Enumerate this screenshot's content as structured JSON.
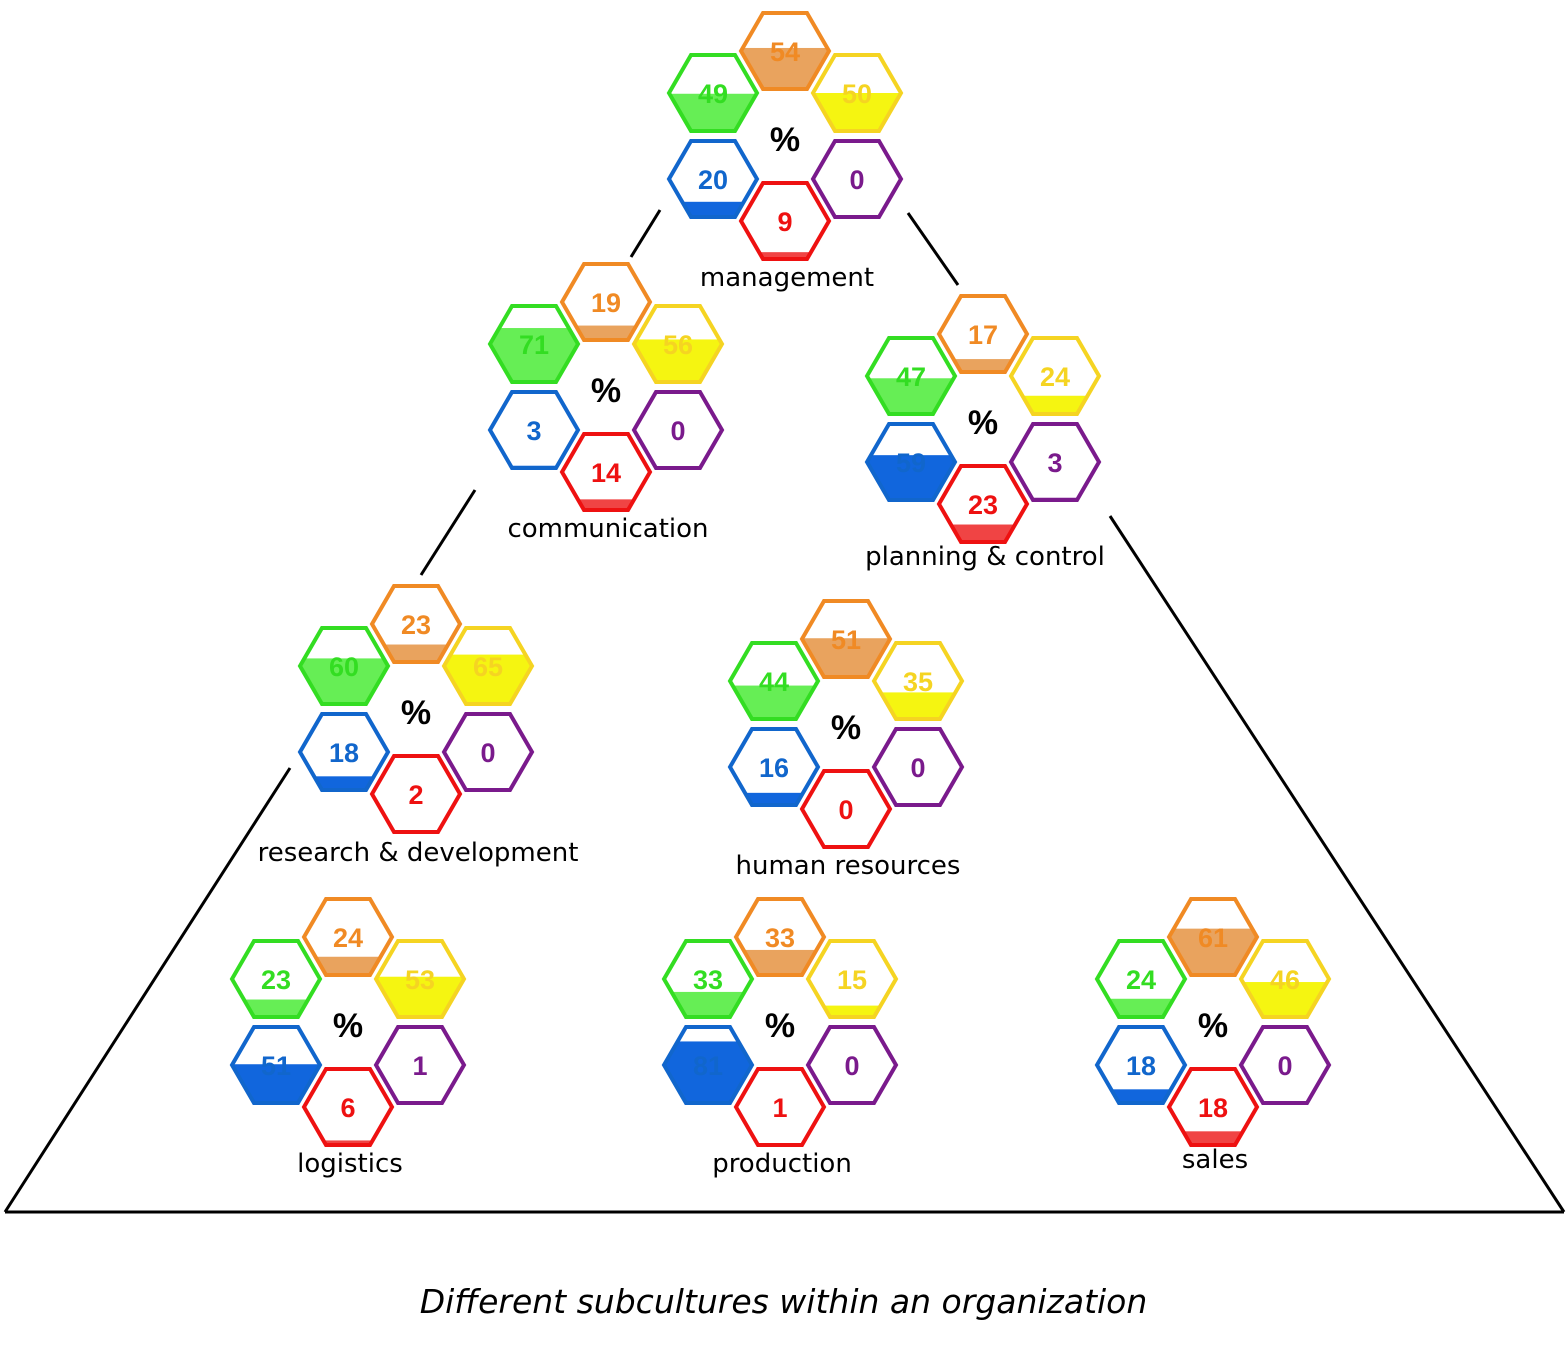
{
  "colors": {
    "green": "#33dd22",
    "orange": "#f08a24",
    "yellow": "#f5d422",
    "blue": "#1166cc",
    "red": "#ee1111",
    "purple": "#7a1a8c"
  },
  "fills": {
    "green": "#66ee55",
    "orange": "#e9a35e",
    "yellow": "#f5f511",
    "blue": "#1166dd",
    "red": "#f04444",
    "purple": "#8a2a9c"
  },
  "percent_symbol": "%",
  "caption": "Different subcultures within an organization",
  "clusters": [
    {
      "label": "management",
      "values": {
        "green": 49,
        "orange": 54,
        "yellow": 50,
        "blue": 20,
        "red": 9,
        "purple": 0
      }
    },
    {
      "label": "communication",
      "values": {
        "green": 71,
        "orange": 19,
        "yellow": 56,
        "blue": 3,
        "red": 14,
        "purple": 0
      }
    },
    {
      "label": "planning & control",
      "values": {
        "green": 47,
        "orange": 17,
        "yellow": 24,
        "blue": 59,
        "red": 23,
        "purple": 3
      }
    },
    {
      "label": "research & development",
      "values": {
        "green": 60,
        "orange": 23,
        "yellow": 65,
        "blue": 18,
        "red": 2,
        "purple": 0
      }
    },
    {
      "label": "human resources",
      "values": {
        "green": 44,
        "orange": 51,
        "yellow": 35,
        "blue": 16,
        "red": 0,
        "purple": 0
      }
    },
    {
      "label": "logistics",
      "values": {
        "green": 23,
        "orange": 24,
        "yellow": 53,
        "blue": 51,
        "red": 6,
        "purple": 1
      }
    },
    {
      "label": "production",
      "values": {
        "green": 33,
        "orange": 33,
        "yellow": 15,
        "blue": 81,
        "red": 1,
        "purple": 0
      }
    },
    {
      "label": "sales",
      "values": {
        "green": 24,
        "orange": 61,
        "yellow": 46,
        "blue": 18,
        "red": 18,
        "purple": 0
      }
    }
  ]
}
